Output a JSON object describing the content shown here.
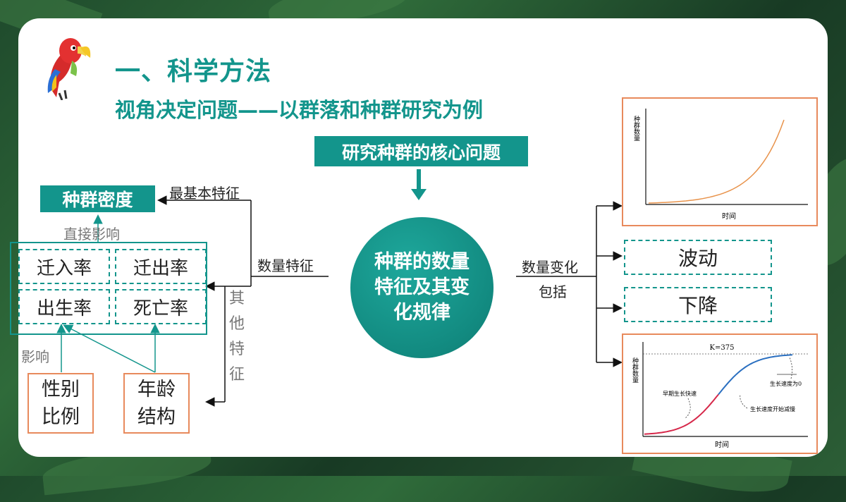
{
  "heading": "一、科学方法",
  "subheading": "视角决定问题——以群落和种群研究为例",
  "core_question": "研究种群的核心问题",
  "center_topic": "种群的数量特征及其变化规律",
  "left": {
    "density": "种群密度",
    "most_basic_label": "最基本特征",
    "quantity_feature_label": "数量特征",
    "direct_effect_label": "直接影响",
    "effect_label": "影响",
    "other_feature_label": "其他特征",
    "rates": [
      "迁入率",
      "迁出率",
      "出生率",
      "死亡率"
    ],
    "sex_ratio": "性别比例",
    "age_structure": "年龄结构"
  },
  "right": {
    "change_label": "数量变化",
    "include_label": "包括",
    "fluctuation": "波动",
    "decline": "下降",
    "j_chart": {
      "type": "line",
      "ylabel": "种群数量",
      "xlabel": "时间",
      "color": "#e8924a"
    },
    "s_chart": {
      "type": "line",
      "ylabel": "种群数量",
      "xlabel": "时间",
      "k_label": "K=375",
      "annotations": [
        "早期生长快速",
        "生长速度开始减慢",
        "生长速度为0"
      ],
      "early_color": "#d6284a",
      "late_color": "#2a6fc0"
    }
  },
  "colors": {
    "teal": "#13958c",
    "orange": "#e88a5c"
  }
}
